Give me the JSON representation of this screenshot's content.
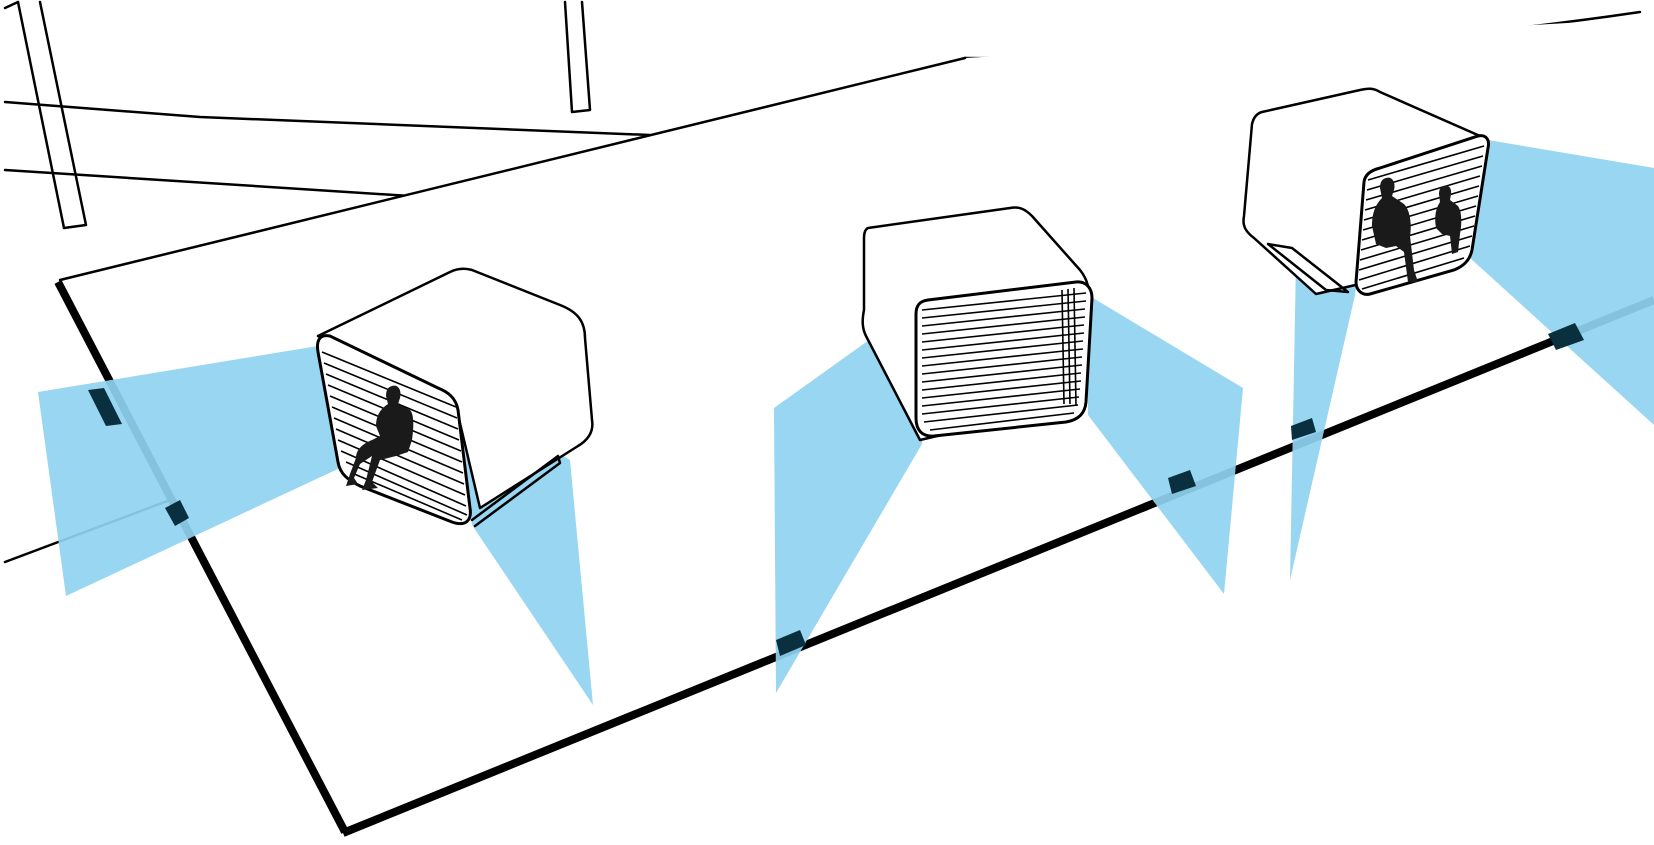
{
  "colors": {
    "background": "#ffffff",
    "line": "#000000",
    "light_cone": "#8fd3f0",
    "platform_edge": "#000000"
  },
  "scene": {
    "platform": "elevated-deck",
    "pods": [
      {
        "name": "pod-left",
        "occupants": 1,
        "view_cones": 2
      },
      {
        "name": "pod-center",
        "occupants": 0,
        "view_cones": 2
      },
      {
        "name": "pod-right",
        "occupants": 2,
        "view_cones": 2
      }
    ]
  }
}
